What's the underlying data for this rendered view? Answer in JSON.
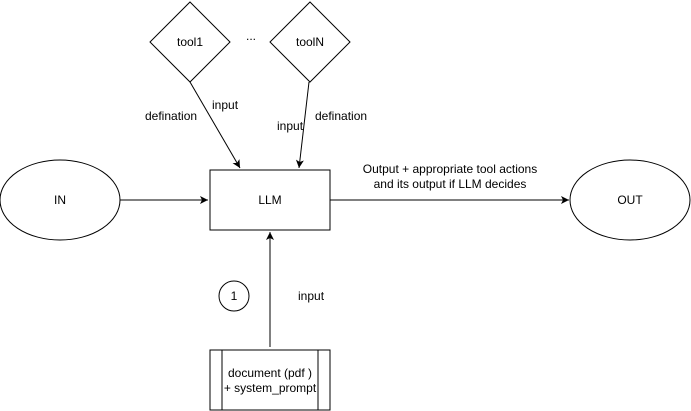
{
  "diagram": {
    "nodes": {
      "in": "IN",
      "llm": "LLM",
      "out": "OUT",
      "tool1": "tool1",
      "tool_n": "toolN",
      "ellipsis": "...",
      "step_badge": "1",
      "document_line1": "document (pdf )",
      "document_line2": "+ system_prompt"
    },
    "edge_labels": {
      "tool1_definition": "defination",
      "tool1_input": "input",
      "tool_n_input": "input",
      "tool_n_definition": "defination",
      "output_line1": "Output +  appropriate  tool actions",
      "output_line2": "and its output if LLM decides",
      "document_input": "input"
    },
    "colors": {
      "stroke": "#000000",
      "fill": "#ffffff"
    }
  }
}
